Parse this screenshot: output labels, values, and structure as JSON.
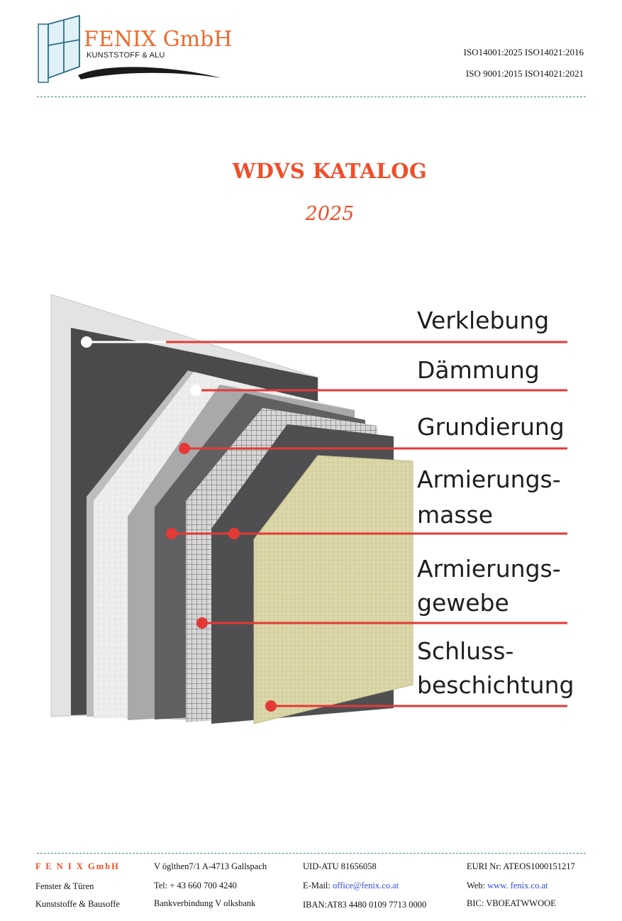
{
  "header": {
    "logo": {
      "name": "FENIX GmbH",
      "subtitle": "KUNSTSTOFF & ALU"
    },
    "iso_line1": "ISO14001:2025 ISO14021:2016",
    "iso_line2": "ISO 9001:2015  ISO14021:2021"
  },
  "title": {
    "main": "WDVS KATALOG",
    "year": "2025"
  },
  "diagram": {
    "labels": [
      {
        "name": "verklebung",
        "text": "Verklebung"
      },
      {
        "name": "daemmung",
        "text": "Dämmung"
      },
      {
        "name": "grundierung",
        "text": "Grundierung"
      },
      {
        "name": "armierungsmasse",
        "line1": "Armierungs-",
        "line2": "masse"
      },
      {
        "name": "armierungsgewebe",
        "line1": "Armierungs-",
        "line2": "gewebe"
      },
      {
        "name": "schlussbeschichtung",
        "line1": "Schluss-",
        "line2": "beschichtung"
      }
    ],
    "colors": {
      "leader": "#e53935",
      "finish": "#d9d5a6",
      "panel_dark": "#4a4a4c"
    }
  },
  "footer": {
    "col1": {
      "company": "F E N I X GmbH",
      "line2": "Fenster  & Türen",
      "line3": "Kunststoffe & Bausoffe"
    },
    "col2": {
      "address": "V öglthen7/1 A-4713 Gallspach",
      "tel": "Tel: + 43 660 700 4240",
      "bank": "Bankverbindung V olksbank"
    },
    "col3": {
      "uid": "UID-ATU 81656058",
      "email_label": "E-Mail: ",
      "email": "office@fenix.co.at",
      "iban": "IBAN:AT83 4480 0109 7713 0000"
    },
    "col4": {
      "euri": "EURI  Nr: ATEOS1000151217",
      "web_label": "Web: ",
      "web": "www. fenix.co.at",
      "bic": "BIC:  VBOEATWWOOE"
    }
  }
}
